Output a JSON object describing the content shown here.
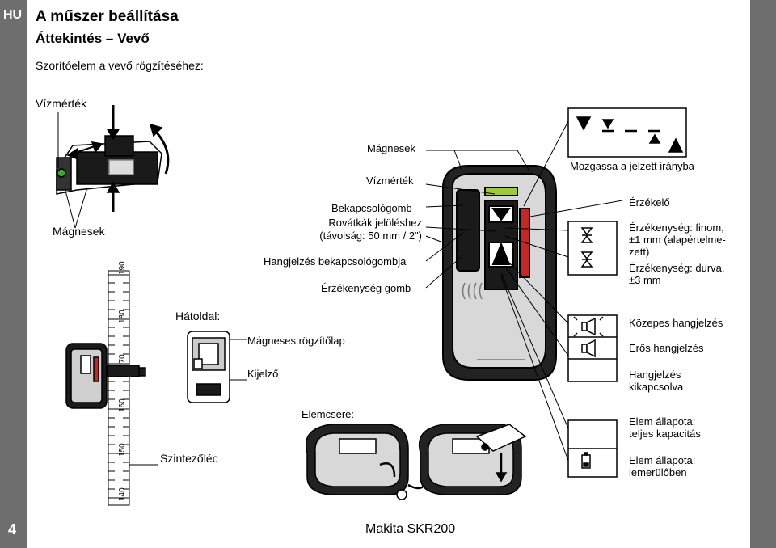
{
  "sidebar": {
    "lang": "HU",
    "page_number": "4"
  },
  "header": {
    "title": "A műszer beállítása",
    "subtitle": "Áttekintés – Vevő"
  },
  "intro": "Szorítóelem a vevő rögzítéséhez:",
  "clamp_labels": {
    "vial": "Vízmérték",
    "magnets": "Mágnesek"
  },
  "back_label": "Hátoldal:",
  "rod_label": "Szintezőléc",
  "rod_ticks": [
    "190",
    "180",
    "170",
    "160",
    "150",
    "140"
  ],
  "receiver_labels": {
    "magnets": "Mágnesek",
    "vial": "Vízmérték",
    "power": "Bekapcsológomb",
    "notch_line1": "Rovátkák jelöléshez",
    "notch_line2": "(távolság: 50 mm / 2\")",
    "beep_button": "Hangjelzés bekapcsológombja",
    "sensitivity_button": "Érzékenység gomb",
    "magnetic_plate": "Mágneses rögzítőlap",
    "display": "Kijelző",
    "battery_change": "Elemcsere:"
  },
  "legend": {
    "move_direction": "Mozgassa a jelzett irányba",
    "sensor": "Érzékelő",
    "fine_line1": "Érzékenység: finom,",
    "fine_line2": "±1 mm (alapértelme-",
    "fine_line3": "zett)",
    "coarse_line1": "Érzékenység: durva,",
    "coarse_line2": "±3 mm",
    "beep_medium": "Közepes hangjelzés",
    "beep_loud": "Erős hangjelzés",
    "beep_off_line1": "Hangjelzés",
    "beep_off_line2": "kikapcsolva",
    "batt_full_line1": "Elem állapota:",
    "batt_full_line2": "teljes kapacitás",
    "batt_low_line1": "Elem állapota:",
    "batt_low_line2": "lemerülőben"
  },
  "footer": "Makita SKR200"
}
